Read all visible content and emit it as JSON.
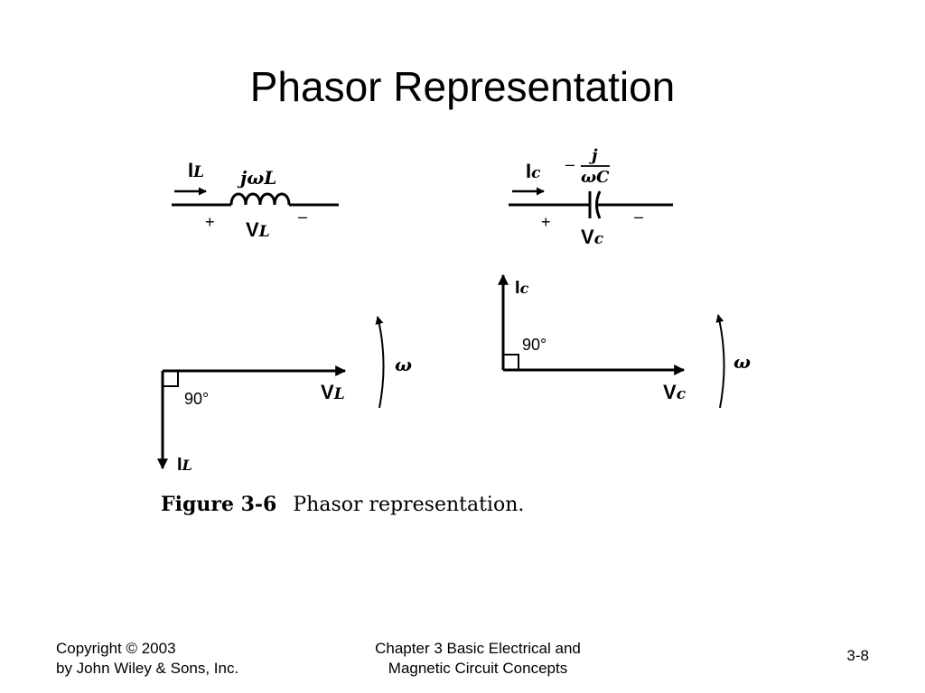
{
  "slide": {
    "title": "Phasor Representation"
  },
  "figure": {
    "inductor_circuit": {
      "current_main": "I",
      "current_sub": "L",
      "impedance": "jωL",
      "voltage_main": "V",
      "voltage_sub": "L",
      "plus": "+",
      "minus": "–"
    },
    "capacitor_circuit": {
      "current_main": "I",
      "current_sub": "c",
      "impedance_sign": "–",
      "impedance_num": "j",
      "impedance_den": "ωC",
      "voltage_main": "V",
      "voltage_sub": "c",
      "plus": "+",
      "minus": "–"
    },
    "inductor_phasor": {
      "voltage_main": "V",
      "voltage_sub": "L",
      "current_main": "I",
      "current_sub": "L",
      "angle": "90°",
      "omega": "ω"
    },
    "capacitor_phasor": {
      "current_main": "I",
      "current_sub": "c",
      "voltage_main": "V",
      "voltage_sub": "c",
      "angle": "90°",
      "omega": "ω"
    },
    "caption_number": "Figure 3-6",
    "caption_text": "Phasor representation."
  },
  "footer": {
    "copyright_line1": "Copyright © 2003",
    "copyright_line2": "by John Wiley & Sons, Inc.",
    "chapter_line1": "Chapter 3 Basic Electrical and",
    "chapter_line2": "Magnetic Circuit Concepts",
    "page_number": "3-8"
  }
}
